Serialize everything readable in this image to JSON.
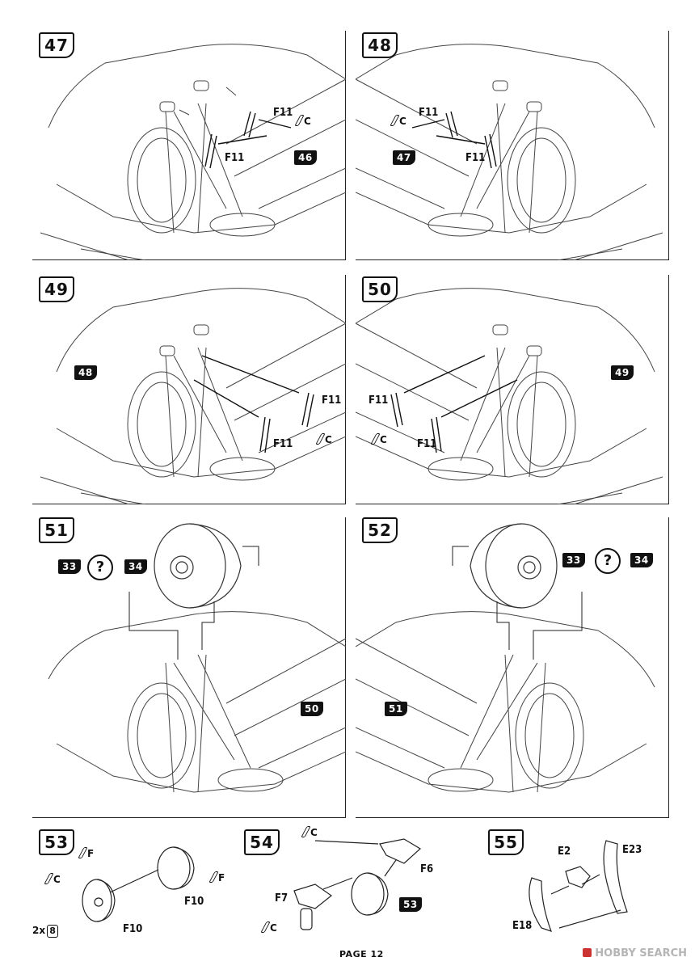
{
  "steps": {
    "s47": {
      "number": "47",
      "ref": "46",
      "parts": [
        "F11",
        "F11"
      ],
      "glue": "C"
    },
    "s48": {
      "number": "48",
      "ref": "47",
      "parts": [
        "F11",
        "F11"
      ],
      "glue": "C"
    },
    "s49": {
      "number": "49",
      "ref": "48",
      "parts": [
        "F11",
        "F11"
      ],
      "glue": "C"
    },
    "s50": {
      "number": "50",
      "ref": "49",
      "parts": [
        "F11",
        "F11"
      ],
      "glue": "C"
    },
    "s51": {
      "number": "51",
      "ref": "50",
      "choice_a": "33",
      "choice_b": "34",
      "question": "?"
    },
    "s52": {
      "number": "52",
      "ref": "51",
      "choice_a": "33",
      "choice_b": "34",
      "question": "?"
    },
    "s53": {
      "number": "53",
      "parts": [
        "F10",
        "F10"
      ],
      "glue": [
        "F",
        "C",
        "F"
      ],
      "qty_prefix": "2x",
      "qty_box": "8"
    },
    "s54": {
      "number": "54",
      "ref": "53",
      "parts": [
        "F6",
        "F7"
      ],
      "glue": [
        "C",
        "C"
      ]
    },
    "s55": {
      "number": "55",
      "parts": [
        "E2",
        "E23",
        "E18"
      ]
    }
  },
  "footer": {
    "page": "PAGE 12"
  },
  "watermark": {
    "text": "HOBBY SEARCH"
  }
}
